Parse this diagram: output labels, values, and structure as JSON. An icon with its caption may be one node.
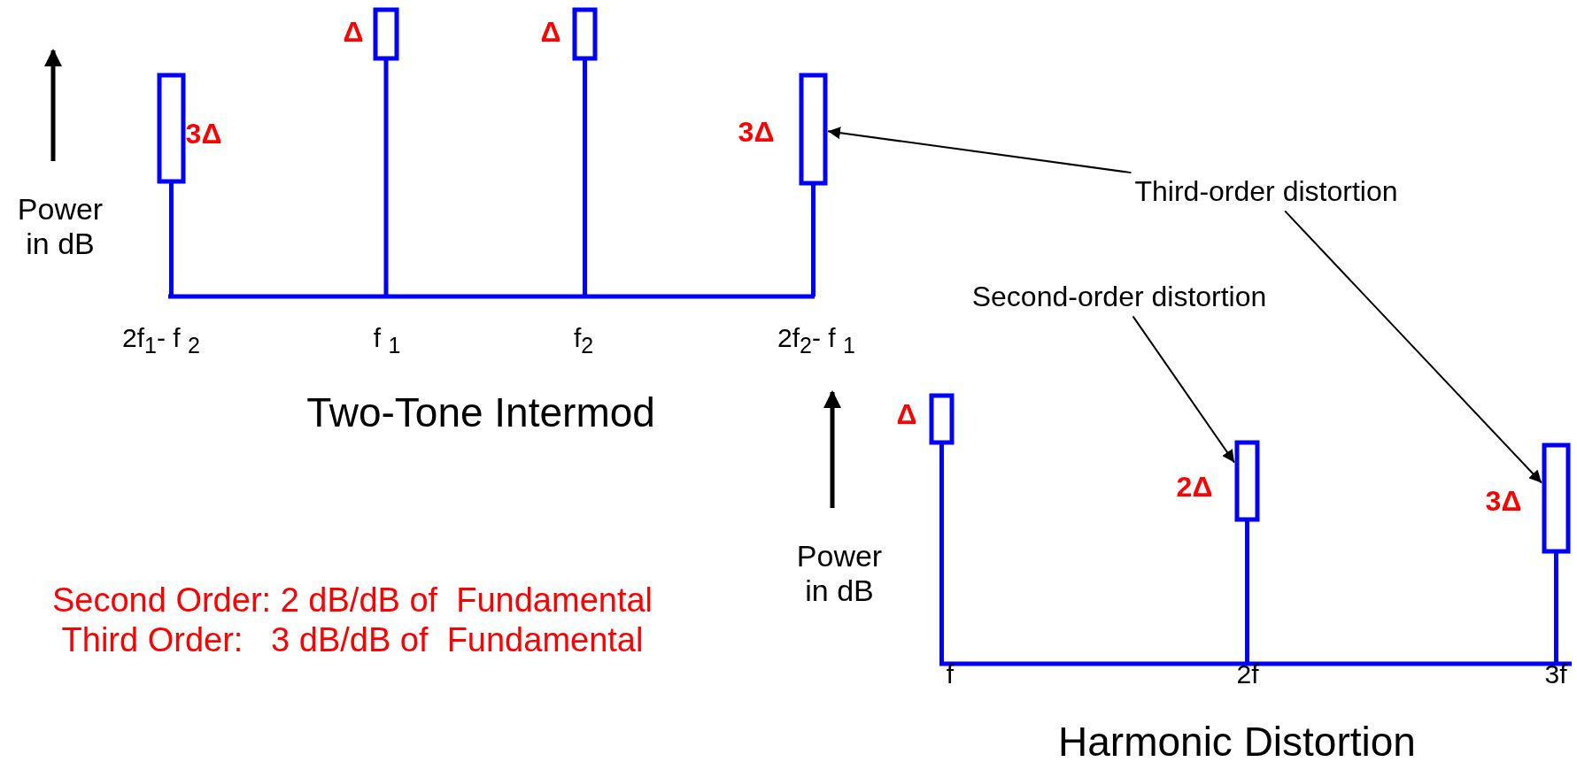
{
  "diagram": {
    "nodes": [
      {
        "text": [
          "Third-order distortion"
        ]
      },
      {
        "text": [
          "Second-order distortion"
        ]
      },
      {
        "text": [],
        "shape": "bar",
        "beside": [
          "3Δ"
        ]
      },
      {
        "text": [],
        "shape": "bar",
        "beside": [
          "Δ"
        ]
      },
      {
        "text": [],
        "shape": "bar",
        "beside": [
          "Δ"
        ]
      },
      {
        "text": [],
        "shape": "bar",
        "beside": [
          "3Δ"
        ]
      },
      {
        "text": [],
        "shape": "bar",
        "beside": [
          "Δ"
        ]
      },
      {
        "text": [],
        "shape": "bar",
        "beside": [
          "2Δ"
        ]
      },
      {
        "text": [],
        "shape": "bar",
        "beside": [
          "3Δ"
        ]
      }
    ],
    "edges": [
      {
        "from": 0,
        "to": 5,
        "arrow": "to"
      },
      {
        "from": 0,
        "to": 8,
        "arrow": "to"
      },
      {
        "from": 1,
        "to": 7,
        "arrow": "to"
      }
    ],
    "labels": [
      "Power in dB",
      "2f$_{1}$- f $_{2}$",
      "f $_{1}$",
      "f$_{2}$",
      "2f$_{2}$- f $_{1}$",
      "Two-Tone Intermod",
      "Power in dB",
      "Second Order: 2 dB/dB of  Fundamental",
      "Third Order:   3 dB/dB of  Fundamental",
      "f",
      "2f",
      "3f",
      "Harmonic Distortion"
    ]
  }
}
